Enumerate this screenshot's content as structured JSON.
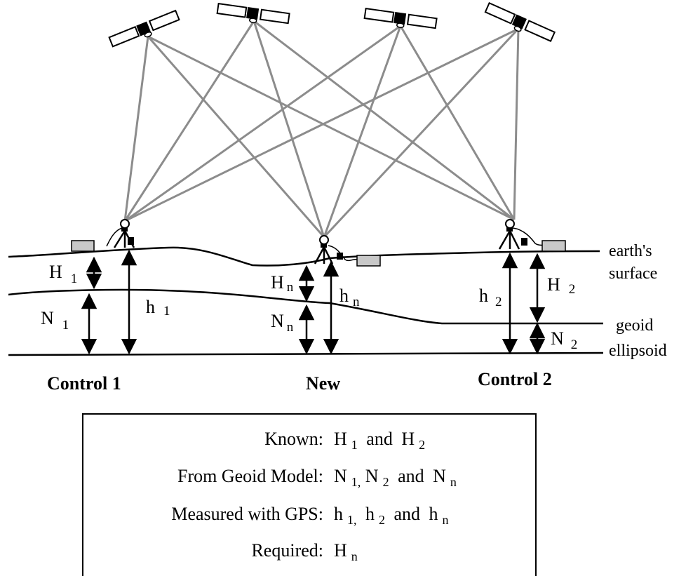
{
  "stations": {
    "control1": {
      "title": "Control 1",
      "H_label": "H",
      "H_sub": "1",
      "N_label": "N",
      "N_sub": "1",
      "h_label": "h",
      "h_sub": "1"
    },
    "new": {
      "title": "New",
      "H_label": "H",
      "H_sub": "n",
      "N_label": "N",
      "N_sub": "n",
      "h_label": "h",
      "h_sub": "n"
    },
    "control2": {
      "title": "Control 2",
      "H_label": "H",
      "H_sub": "2",
      "N_label": "N",
      "N_sub": "2",
      "h_label": "h",
      "h_sub": "2"
    }
  },
  "surfaces": {
    "earth_line1": "earth's",
    "earth_line2": "surface",
    "geoid": "geoid",
    "ellipsoid": "ellipsoid"
  },
  "legend": {
    "known_key": "Known:",
    "known_val": {
      "a": "H",
      "a_sub": "1",
      "mid": "and",
      "b": "H",
      "b_sub": "2"
    },
    "geoid_key": "From Geoid Model:",
    "geoid_val": {
      "a": "N",
      "a_sub": "1",
      "sep1": ",",
      "b": "N",
      "b_sub": "2",
      "mid": "and",
      "c": "N",
      "c_sub": "n"
    },
    "gps_key": "Measured with GPS:",
    "gps_val": {
      "a": "h",
      "a_sub": "1",
      "sep1": ",",
      "b": "h",
      "b_sub": "2",
      "mid": "and",
      "c": "h",
      "c_sub": "n"
    },
    "required_key": "Required:",
    "required_val": {
      "a": "H",
      "a_sub": "n"
    }
  },
  "colors": {
    "signal_lines": "#8c8c8c",
    "receiver_box": "#c8c8c8",
    "ink": "#000000"
  },
  "icons": [
    "satellite-icon",
    "gps-tripod-icon",
    "receiver-box-icon"
  ]
}
